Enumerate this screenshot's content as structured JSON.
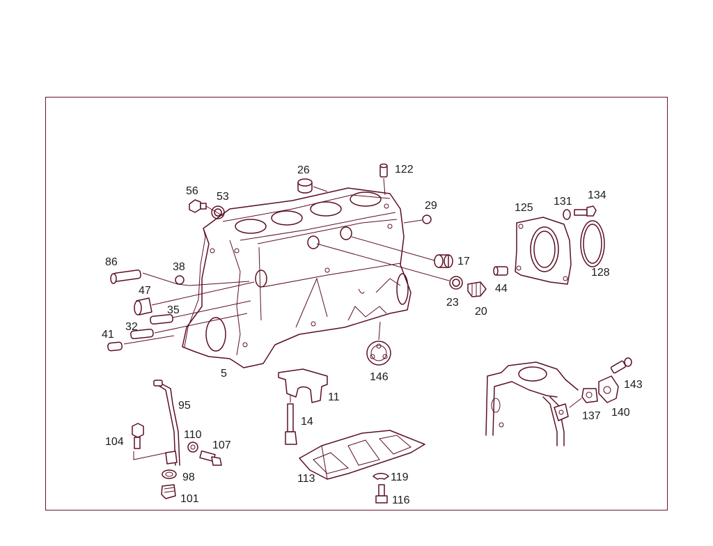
{
  "colors": {
    "line": "#5a0f22",
    "frame": "#6a1028",
    "text": "#1a1a1a",
    "background": "#ffffff"
  },
  "callouts": {
    "c26": "26",
    "c122": "122",
    "c56": "56",
    "c53": "53",
    "c29": "29",
    "c125": "125",
    "c131": "131",
    "c134": "134",
    "c86": "86",
    "c38": "38",
    "c17": "17",
    "c128": "128",
    "c47": "47",
    "c44": "44",
    "c23": "23",
    "c20": "20",
    "c35": "35",
    "c32": "32",
    "c41": "41",
    "c5": "5",
    "c146": "146",
    "c11": "11",
    "c95": "95",
    "c14": "14",
    "c143": "143",
    "c137": "137",
    "c140": "140",
    "c104": "104",
    "c110": "110",
    "c107": "107",
    "c113": "113",
    "c98": "98",
    "c119": "119",
    "c101": "101",
    "c116": "116"
  }
}
